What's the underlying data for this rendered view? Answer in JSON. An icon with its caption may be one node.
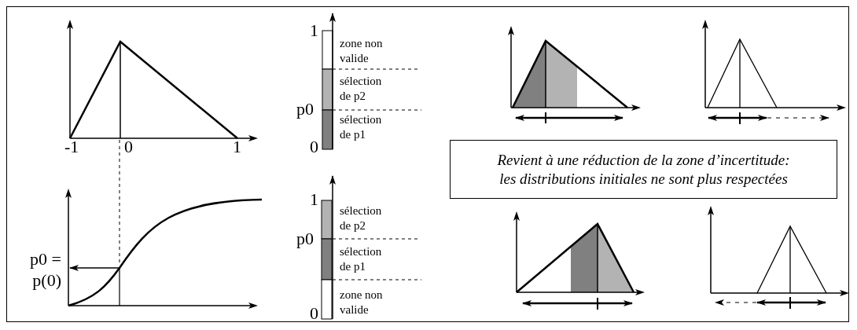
{
  "diagram": {
    "nodes": [
      {
        "text": [
          "Revient à une réduction de la zone d’incertitude: les distributions initiales ne sont plus respectées"
        ]
      }
    ],
    "labels": [
      "-1",
      "0",
      "1",
      "1",
      "zone non valide",
      "sélection de p2",
      "p0",
      "sélection de p1",
      "0",
      "p0 = p(0)",
      "1",
      "sélection de p2",
      "p0",
      "sélection de p1",
      "zone non valide",
      "0"
    ]
  }
}
